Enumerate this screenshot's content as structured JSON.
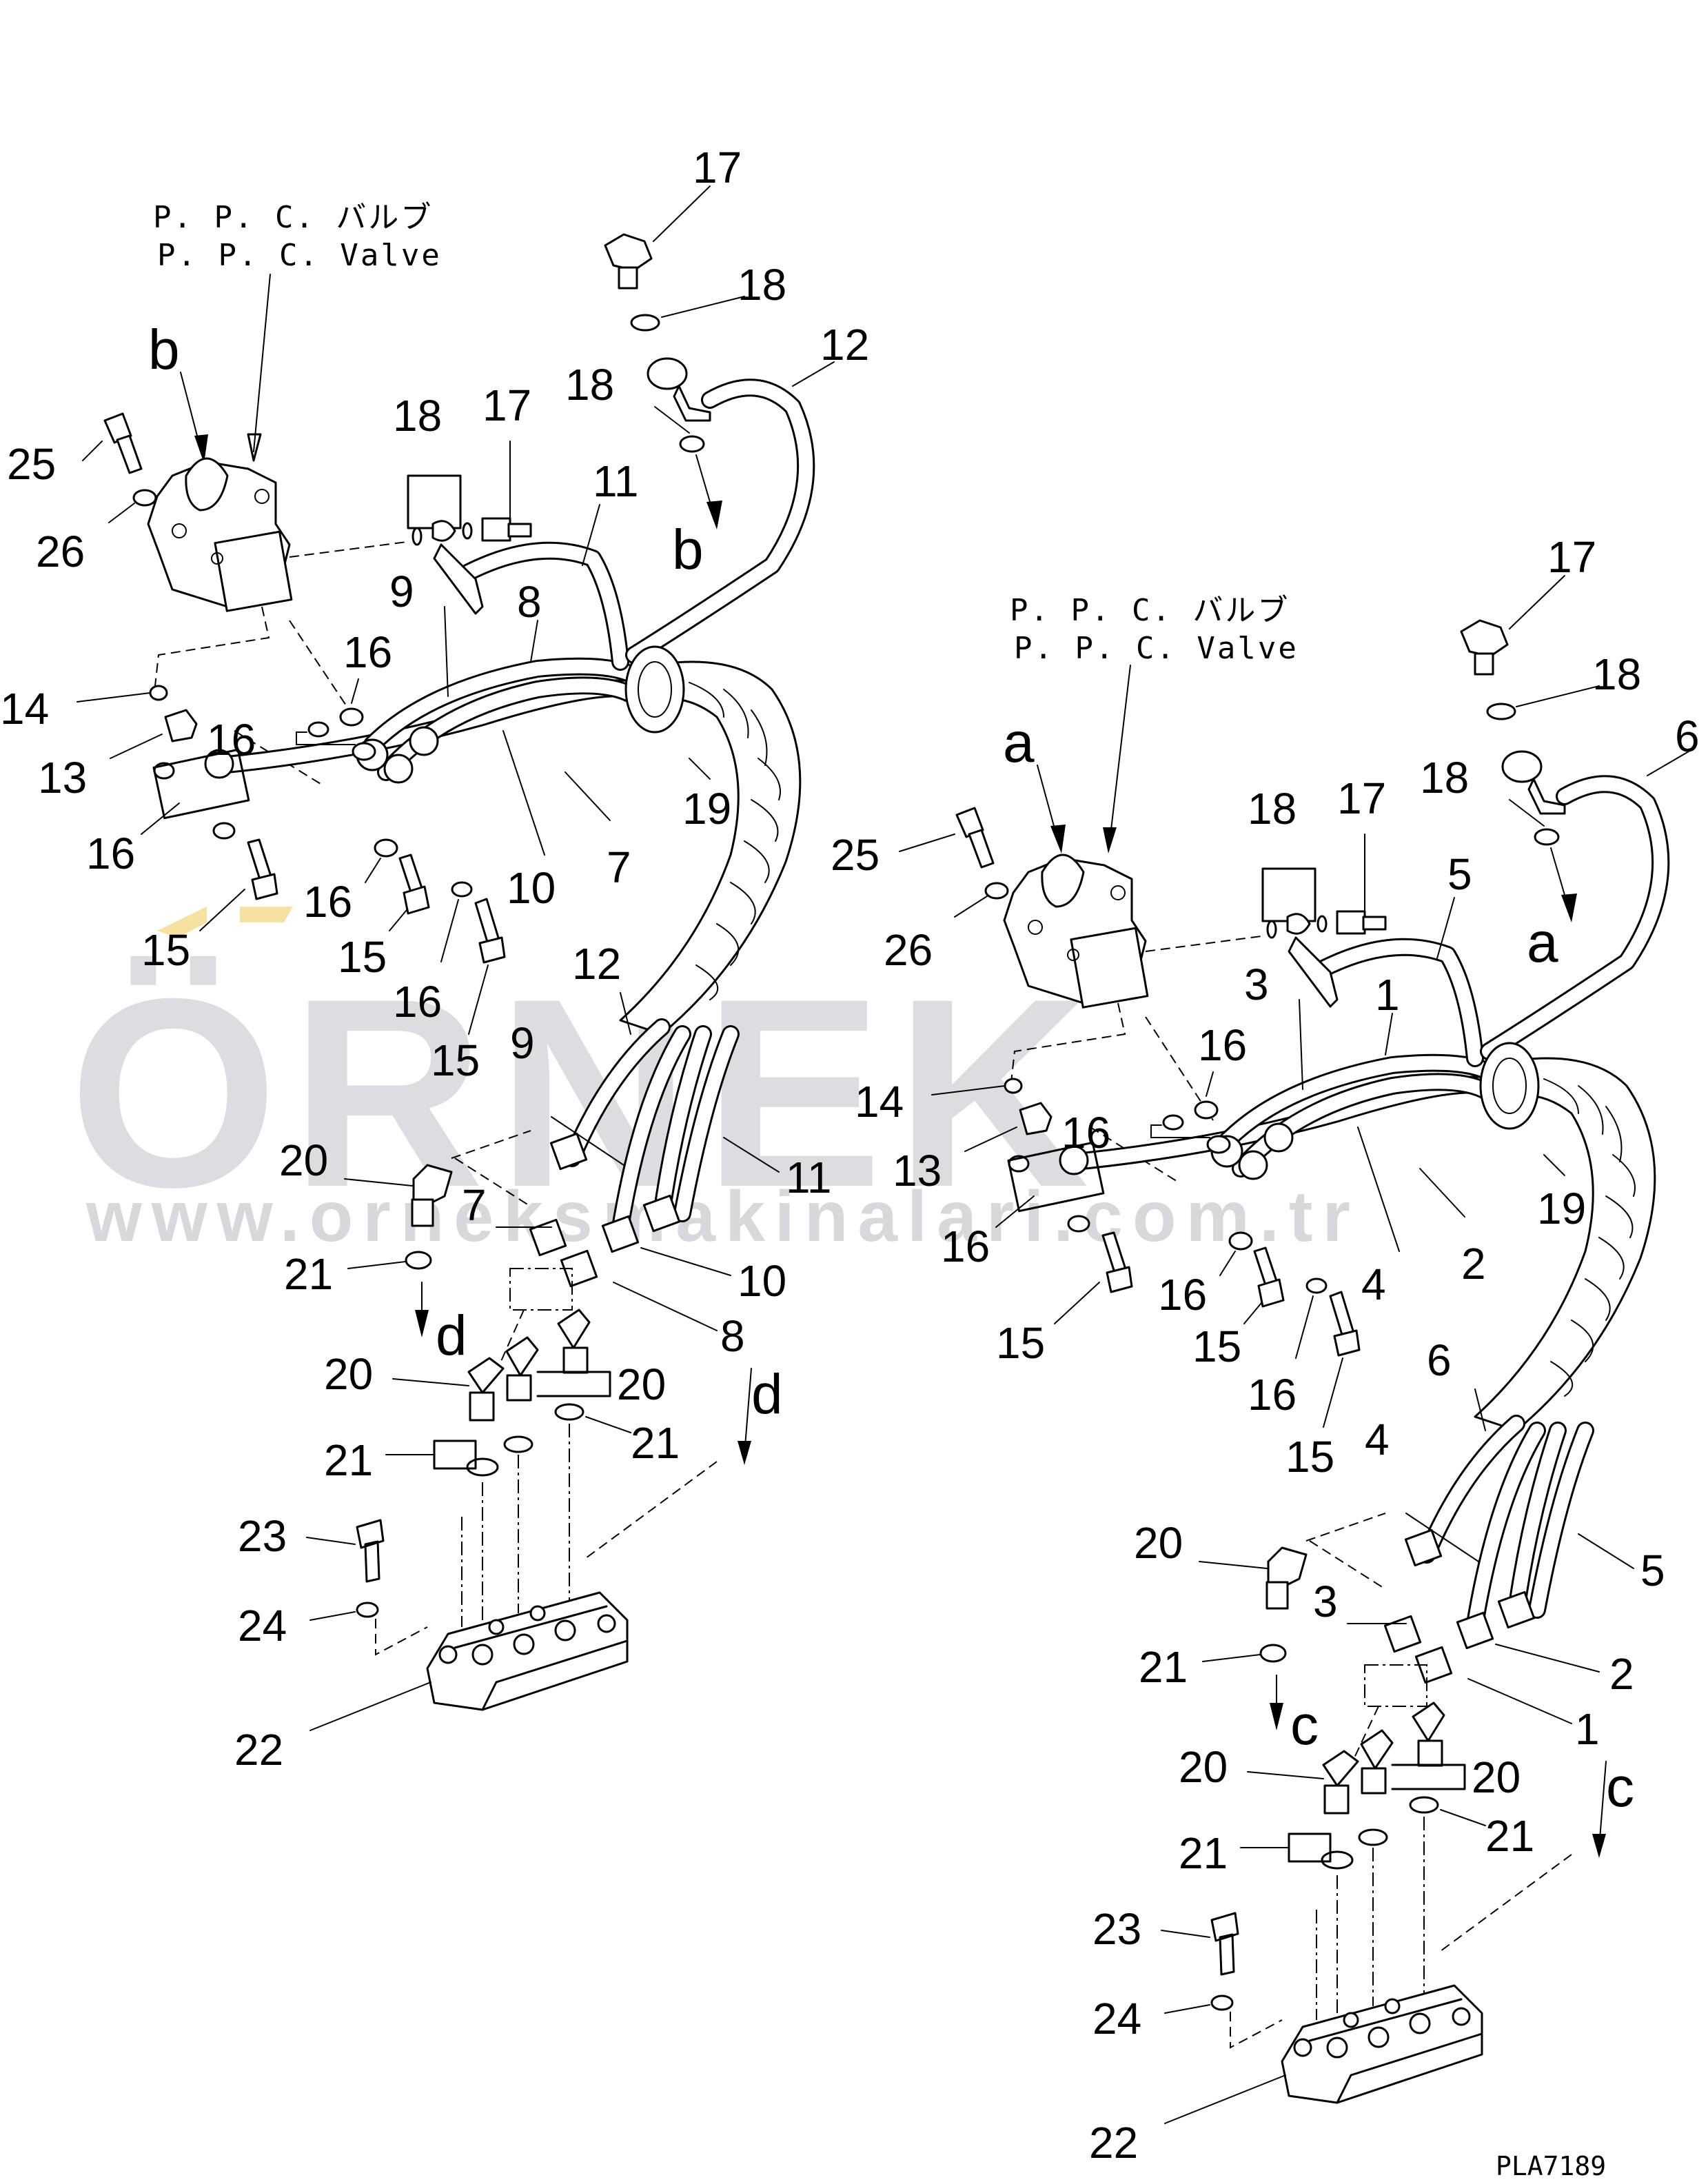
{
  "watermark": {
    "brand": "ÖRNEK",
    "url": "www.orneksmakinalari.com.tr",
    "accent_color": "#f5d98a",
    "text_color": "#ccc9d0"
  },
  "drawing_code": "PLA7189",
  "left_assembly": {
    "valve_caption_jp": "P. P. C. バルブ",
    "valve_caption_en": "P. P. C. Valve",
    "view_letter": "b",
    "section_letter": "d",
    "labels": {
      "n17": "17",
      "n18a": "18",
      "n18b": "18",
      "n12a": "12",
      "n18c": "18",
      "n17b": "17",
      "n11a": "11",
      "n25": "25",
      "n26": "26",
      "n9a": "9",
      "n8a": "8",
      "n16a": "16",
      "n14": "14",
      "n16b": "16",
      "n13": "13",
      "n16c": "16",
      "n19": "19",
      "n7a": "7",
      "n10a": "10",
      "n15a": "15",
      "n16d": "16",
      "n15b": "15",
      "n16e": "16",
      "n15c": "15",
      "n12b": "12",
      "n9b": "9",
      "n11b": "11",
      "n20a": "20",
      "n7b": "7",
      "n10b": "10",
      "n21a": "21",
      "n8b": "8",
      "n20b": "20",
      "n20c": "20",
      "n21b": "21",
      "n21c": "21",
      "n23": "23",
      "n24": "24",
      "n22": "22"
    }
  },
  "right_assembly": {
    "valve_caption_jp": "P. P. C. バルブ",
    "valve_caption_en": "P. P. C. Valve",
    "view_letter": "a",
    "section_letter": "c",
    "labels": {
      "n17": "17",
      "n18a": "18",
      "n18b": "18",
      "n6a": "6",
      "n18c": "18",
      "n17b": "17",
      "n25": "25",
      "n26": "26",
      "n5a": "5",
      "n3a": "3",
      "n1a": "1",
      "n16a": "16",
      "n14": "14",
      "n16b": "16",
      "n13": "13",
      "n16c": "16",
      "n19": "19",
      "n4a": "4",
      "n2a": "2",
      "n16d": "16",
      "n15a": "15",
      "n15b": "15",
      "n16e": "16",
      "n15c": "15",
      "n6b": "6",
      "n4b": "4",
      "n5b": "5",
      "n20a": "20",
      "n3b": "3",
      "n2b": "2",
      "n21a": "21",
      "n1b": "1",
      "n20b": "20",
      "n20c": "20",
      "n21b": "21",
      "n21c": "21",
      "n23": "23",
      "n24": "24",
      "n22": "22"
    }
  }
}
